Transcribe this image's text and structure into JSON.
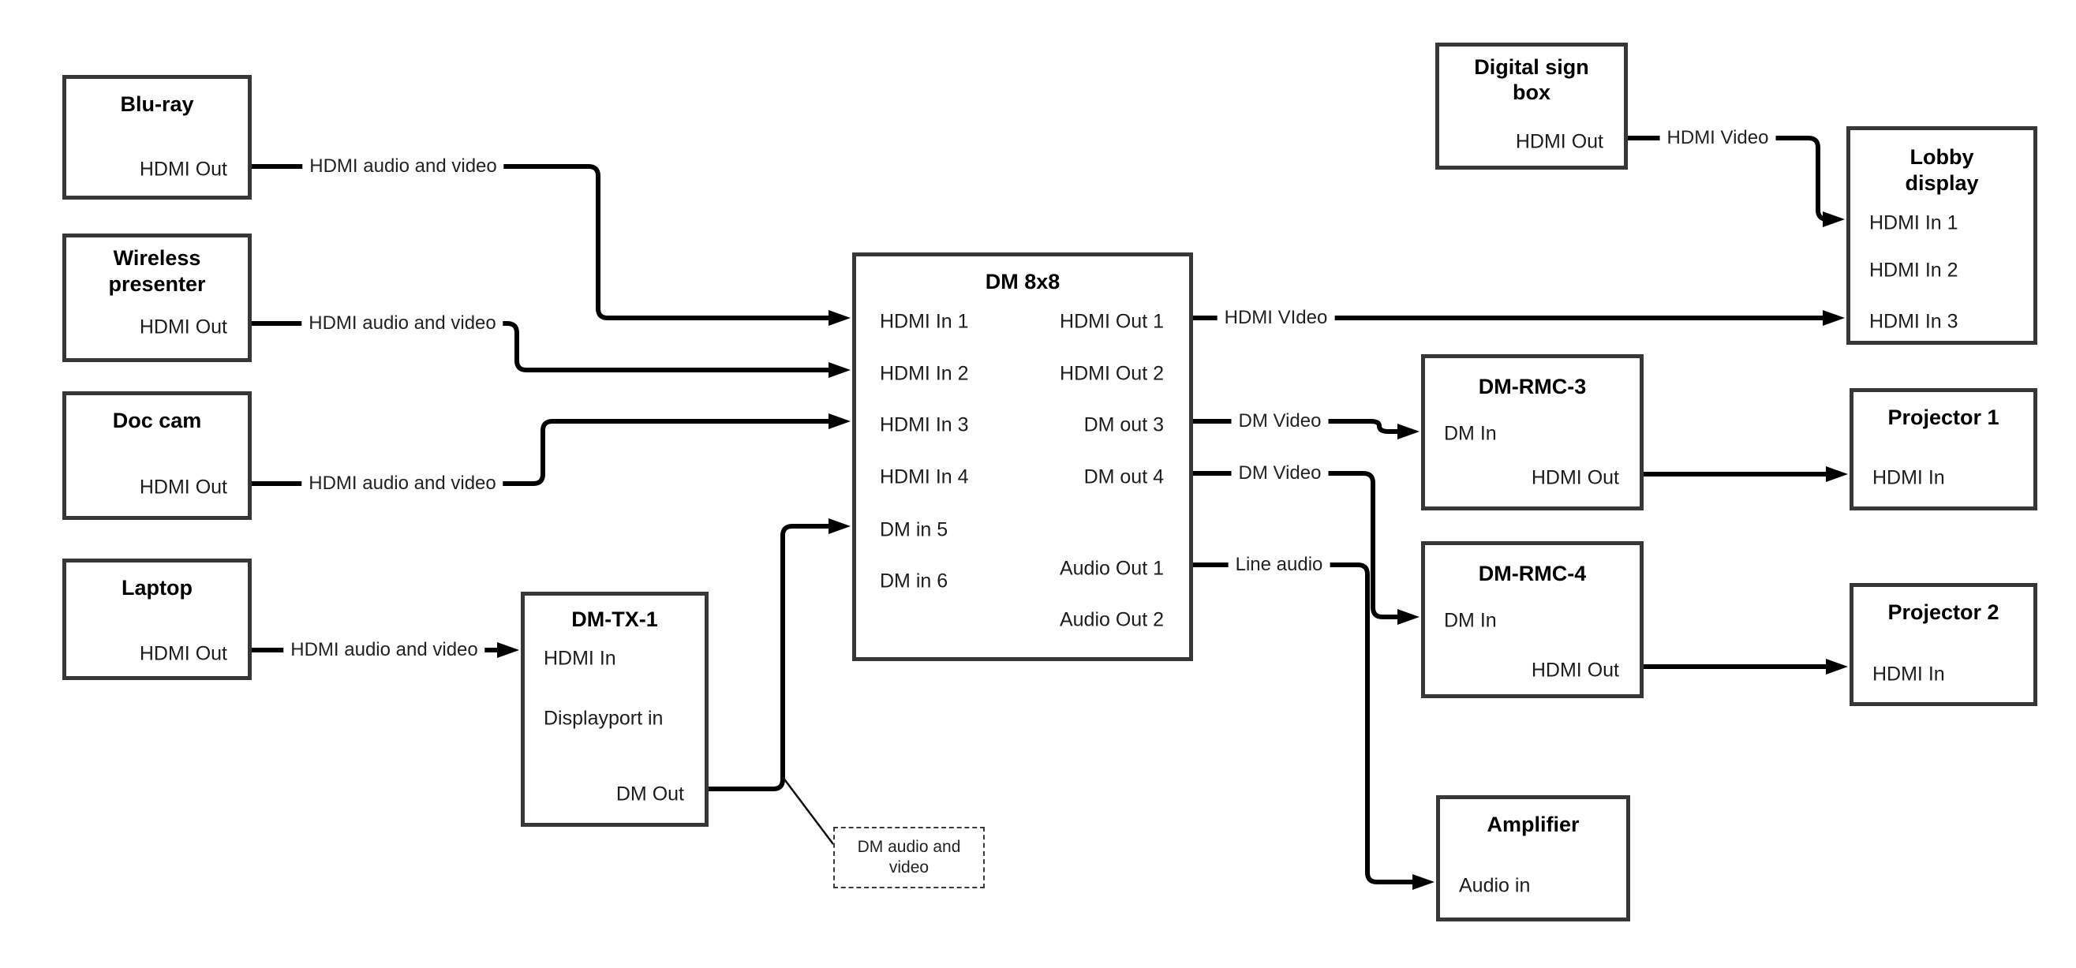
{
  "boxes": {
    "bluray": {
      "title": "Blu-ray",
      "port": "HDMI Out"
    },
    "wireless": {
      "title1": "Wireless",
      "title2": "presenter",
      "port": "HDMI Out"
    },
    "doccam": {
      "title": "Doc cam",
      "port": "HDMI Out"
    },
    "laptop": {
      "title": "Laptop",
      "port": "HDMI Out"
    },
    "dmtx1": {
      "title": "DM-TX-1",
      "port_hdmi_in": "HDMI In",
      "port_dp_in": "Displayport in",
      "port_dm_out": "DM Out"
    },
    "dm8x8": {
      "title": "DM 8x8",
      "inputs": [
        "HDMI In 1",
        "HDMI In 2",
        "HDMI In 3",
        "HDMI In 4",
        "DM in 5",
        "DM in 6"
      ],
      "outputs": [
        "HDMI Out 1",
        "HDMI Out 2",
        "DM out 3",
        "DM out 4",
        "Audio Out 1",
        "Audio Out 2"
      ]
    },
    "digital_sign": {
      "title1": "Digital sign",
      "title2": "box",
      "port": "HDMI Out"
    },
    "lobby": {
      "title1": "Lobby",
      "title2": "display",
      "ports": [
        "HDMI In 1",
        "HDMI In 2",
        "HDMI In 3"
      ]
    },
    "dmrmc3": {
      "title": "DM-RMC-3",
      "port_in": "DM In",
      "port_out": "HDMI Out"
    },
    "proj1": {
      "title": "Projector 1",
      "port": "HDMI In"
    },
    "dmrmc4": {
      "title": "DM-RMC-4",
      "port_in": "DM In",
      "port_out": "HDMI Out"
    },
    "proj2": {
      "title": "Projector 2",
      "port": "HDMI In"
    },
    "amplifier": {
      "title": "Amplifier",
      "port": "Audio in"
    }
  },
  "wire_labels": {
    "bluray": "HDMI audio and video",
    "wireless": "HDMI audio and video",
    "doccam": "HDMI audio and video",
    "laptop": "HDMI audio and video",
    "hdmi_out_1": "HDMI VIdeo",
    "dm_out_3": "DM Video",
    "dm_out_4": "DM Video",
    "audio_out_1": "Line audio",
    "digital_sign": "HDMI Video"
  },
  "note": {
    "line1": "DM audio and",
    "line2": "video"
  },
  "colors": {
    "wire": "#000000",
    "box_border": "#373737",
    "background": "#ffffff"
  }
}
